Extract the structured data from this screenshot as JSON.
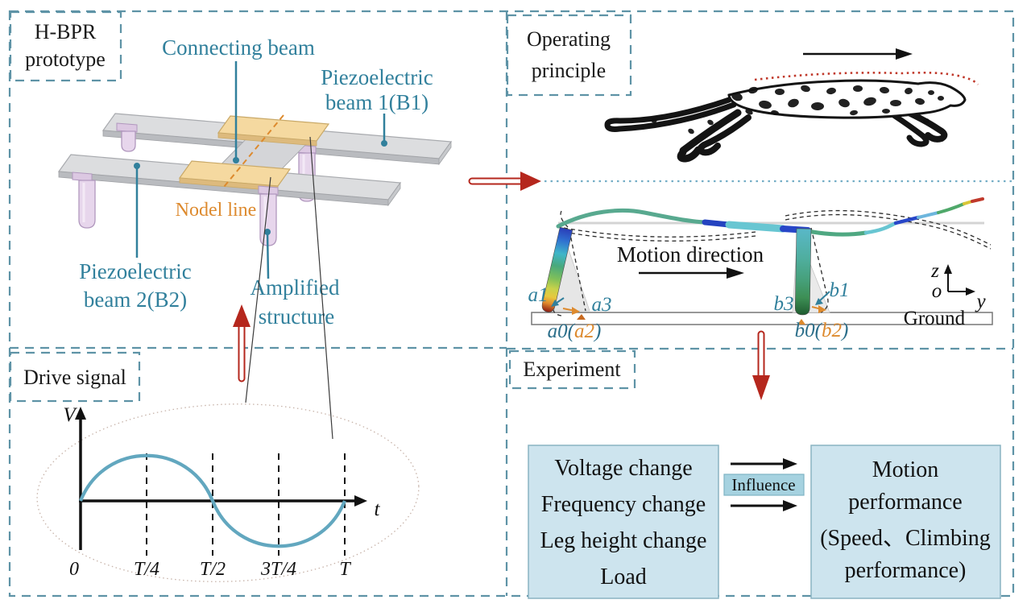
{
  "colors": {
    "teal_dash": "#5e93a6",
    "label_teal": "#31809c",
    "orange": "#dd8a2e",
    "red_arrow": "#b5271d",
    "sine": "#62a7bf",
    "box_fill": "#cde4ee",
    "influence_fill": "#a6d2e0",
    "plate": "#f5d9a0",
    "beam_gray": "#d8d9db",
    "leg_pink": "#e7d6ec",
    "blue_dotted": "#74aec6"
  },
  "prototype": {
    "title_line1": "H-BPR",
    "title_line2": "prototype",
    "connecting_beam": "Connecting beam",
    "beam1_line1": "Piezoelectric",
    "beam1_line2": "beam 1(B1)",
    "beam2_line1": "Piezoelectric",
    "beam2_line2": "beam 2(B2)",
    "amplified_line1": "Amplified",
    "amplified_line2": "structure",
    "nodel_line": "Nodel line"
  },
  "operating": {
    "title_line1": "Operating",
    "title_line2": "principle",
    "motion_direction": "Motion direction",
    "ground": "Ground",
    "axis_z": "z",
    "axis_o": "o",
    "axis_y": "y",
    "a1": "a1",
    "a3": "a3",
    "a0_prefix": "a0(",
    "a0_inner": "a2",
    "a0_suffix": ")",
    "b3": "b3",
    "b1": "b1",
    "b0_prefix": "b0(",
    "b0_inner": "b2",
    "b0_suffix": ")"
  },
  "drive_signal": {
    "title": "Drive signal",
    "v_label": "V",
    "t_label": "t",
    "tick0": "0",
    "tick1": "T/4",
    "tick2": "T/2",
    "tick3": "3T/4",
    "tick4": "T"
  },
  "experiment": {
    "title": "Experiment",
    "factor1": "Voltage change",
    "factor2": "Frequency change",
    "factor3": "Leg height change",
    "factor4": "Load",
    "influence": "Influence",
    "outcome_line1": "Motion",
    "outcome_line2": "performance",
    "outcome_line3": "(Speed、Climbing",
    "outcome_line4": "performance)"
  },
  "chart_data": {
    "type": "line",
    "title": "Drive signal",
    "xlabel": "t",
    "ylabel": "V",
    "x_ticks": [
      "0",
      "T/4",
      "T/2",
      "3T/4",
      "T"
    ],
    "series": [
      {
        "name": "sinusoidal drive voltage",
        "x": [
          "0",
          "T/4",
          "T/2",
          "3T/4",
          "T"
        ],
        "values": [
          0,
          1,
          0,
          -1,
          0
        ]
      }
    ],
    "ylim": [
      -1,
      1
    ],
    "notes": "one full sine period; dashed vertical guides at T/4, T/2, 3T/4 and T"
  }
}
